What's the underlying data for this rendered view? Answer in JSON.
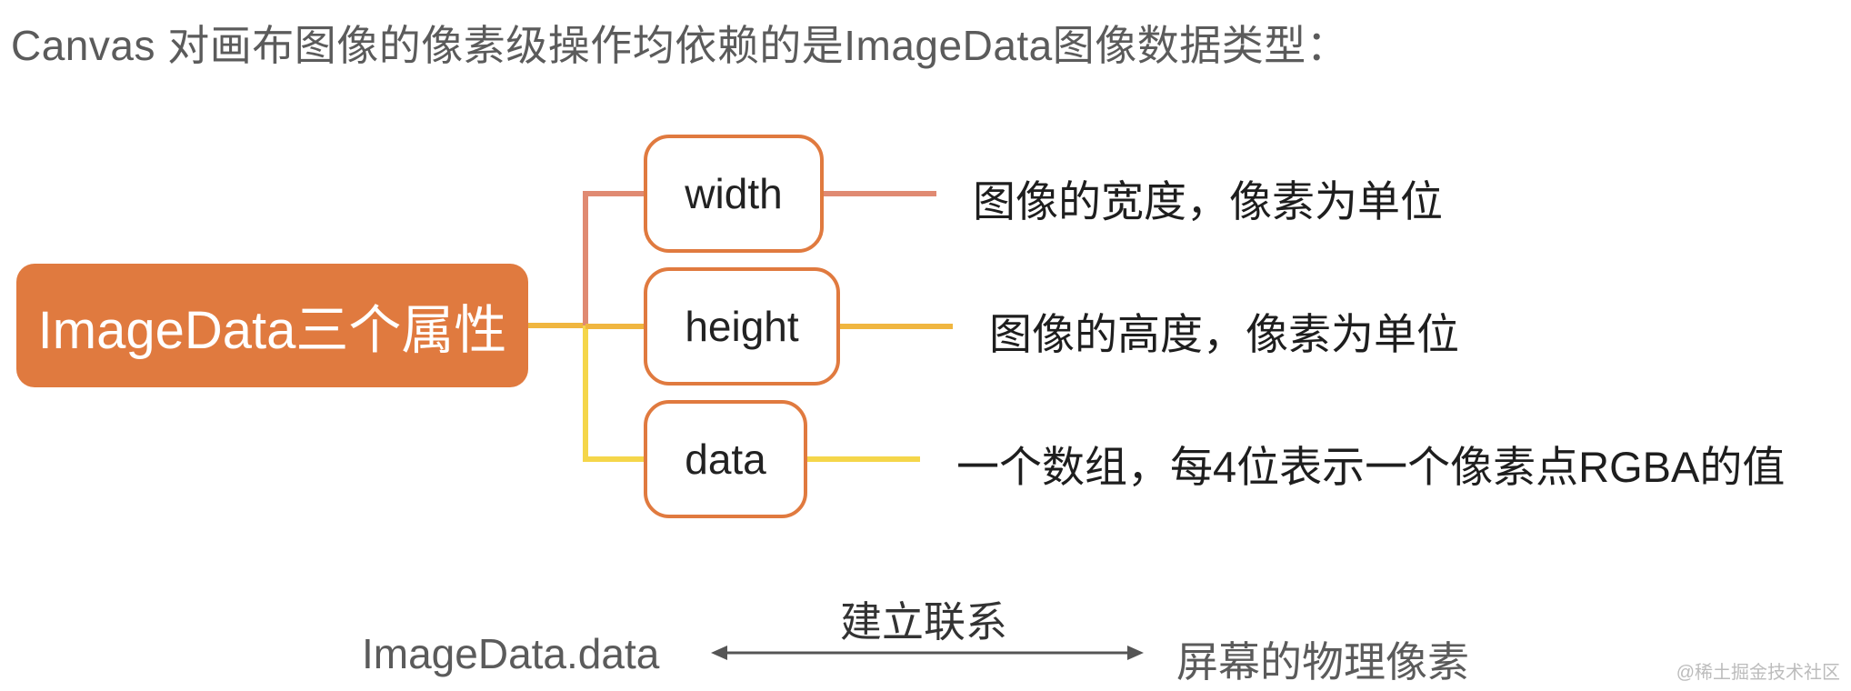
{
  "intro_text": "Canvas 对画布图像的像素级操作均依赖的是ImageData图像数据类型：",
  "root": {
    "label": "ImageData三个属性"
  },
  "properties": [
    {
      "name": "width",
      "description": "图像的宽度，像素为单位"
    },
    {
      "name": "height",
      "description": "图像的高度，像素为单位"
    },
    {
      "name": "data",
      "description": "一个数组，每4位表示一个像素点RGBA的值"
    }
  ],
  "relation": {
    "left": "ImageData.data",
    "label": "建立联系",
    "right": "屏幕的物理像素"
  },
  "watermark": "@稀土掘金技术社区",
  "colors": {
    "root_fill": "#e07a3f",
    "leaf_border": "#e07a3f",
    "branch_width": "#e08a72",
    "branch_height": "#f0b640",
    "branch_data": "#f5d64a",
    "arrow": "#555555"
  }
}
